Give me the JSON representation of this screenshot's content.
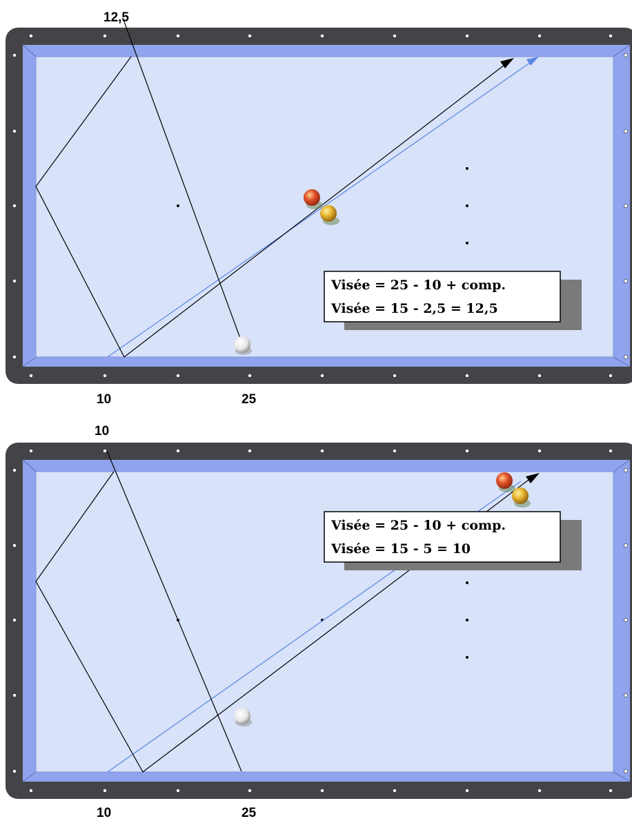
{
  "diagrams": [
    {
      "label_top": "12,5",
      "label_bottom_left": "10",
      "label_bottom_right": "25",
      "formula_line1": "Visée = 25 - 10 + comp.",
      "formula_line2": "Visée = 15 - 2,5 = 12,5"
    },
    {
      "label_top": "10",
      "label_bottom_left": "10",
      "label_bottom_right": "25",
      "formula_line1": "Visée = 25 - 10 + comp.",
      "formula_line2": "Visée = 15 - 5 = 10"
    }
  ],
  "colors": {
    "rail": "#444448",
    "cushion": "#8fa4ec",
    "cloth": "#d8e2f8",
    "diamond": "#ffffff",
    "path": "#000000",
    "guide": "#5a86e6",
    "cue_ball": "#f4f4f4",
    "red_ball": "#d84a2a",
    "yellow_ball": "#e8b530"
  }
}
